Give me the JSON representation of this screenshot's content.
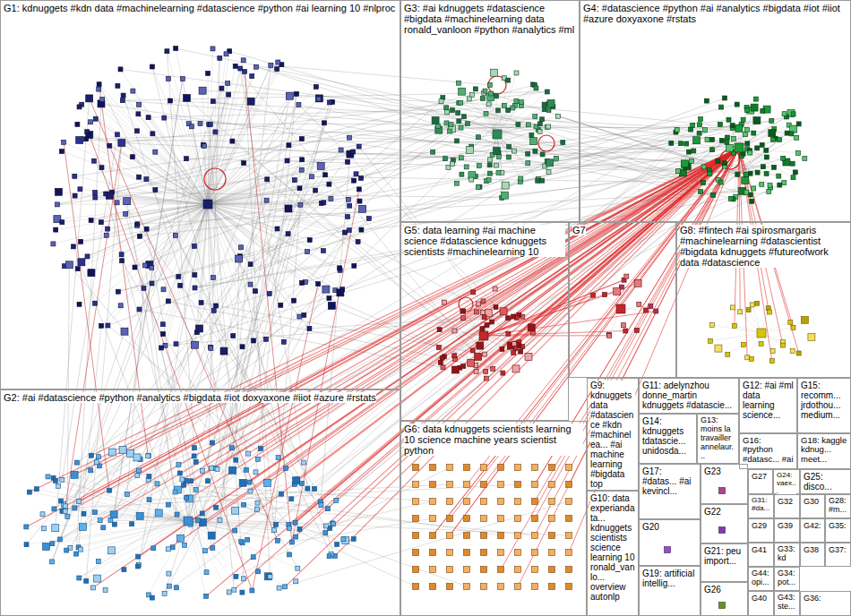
{
  "diagram": {
    "nodes": [
      {
        "text": [
          "G1: kdnuggets #kdn data #machinelearning #datascience #python #ai learning 10 #nlproc"
        ]
      },
      {
        "text": [
          "G3: #ai kdnuggets #datascience #bigdata #machinelearning data ronald_vanloon #python #analytics #ml"
        ]
      },
      {
        "text": [
          "G4: #datascience #python #ai #analytics #bigdata #iot #iiot #azure doxyaxone #rstats"
        ]
      },
      {
        "text": [
          "G5: data learning #ai machine science #datascience kdnuggets scientists #machinelearning 10"
        ]
      },
      {
        "text": [
          "G7"
        ]
      },
      {
        "text": [
          "G8: #fintech #ai spirosmargaris #machinelearning #datascientist #bigdata kdnuggets #futureofwork data #datascience"
        ]
      },
      {
        "text": [
          "G2: #ai #datascience #python #analytics #bigdata #iot doxyaxone #iiot #azure #rstats"
        ]
      },
      {
        "text": [
          "G6: data kdnuggets scientists learning 10 science machine years scientist python"
        ]
      },
      {
        "text": [
          "G9: kdnuggets data #datascience #kdn #machinelea... #ai machine learning #bigdata top"
        ]
      },
      {
        "text": [
          "G10: data experiandata... kdnuggets scientists science learning 10 ronald_vanlo... overview autonlp"
        ]
      },
      {
        "text": [
          "G11: adelynzhou donne_martin kdnuggets #datascie..."
        ]
      },
      {
        "text": [
          "G12: #ai #ml data learning science..."
        ]
      },
      {
        "text": [
          "G15: recomm... jrdothou... medium..."
        ]
      },
      {
        "text": [
          "G14: kdnuggets tdatascie... unidosda..."
        ]
      },
      {
        "text": [
          "G13: moins la travailler annelaur..."
        ]
      },
      {
        "text": [
          "G16: #python #datasc... #ai"
        ]
      },
      {
        "text": [
          "G18: kaggle kdnug... meet..."
        ]
      },
      {
        "text": [
          "G17: #datas... #ai kevincl..."
        ]
      },
      {
        "text": [
          "G23"
        ]
      },
      {
        "text": [
          "G27"
        ]
      },
      {
        "text": [
          "G24: vaex..."
        ]
      },
      {
        "text": [
          "G25: disco..."
        ]
      },
      {
        "text": [
          "G20"
        ]
      },
      {
        "text": [
          "G22"
        ]
      },
      {
        "text": [
          "G31: #da..."
        ]
      },
      {
        "text": [
          "G32"
        ]
      },
      {
        "text": [
          "G30"
        ]
      },
      {
        "text": [
          "G28: #m..."
        ]
      },
      {
        "text": [
          "G29"
        ]
      },
      {
        "text": [
          "G39"
        ]
      },
      {
        "text": [
          "G42:"
        ]
      },
      {
        "text": [
          "G35:"
        ]
      },
      {
        "text": [
          "G21: peu import..."
        ]
      },
      {
        "text": [
          "G41"
        ]
      },
      {
        "text": [
          "G33: kd"
        ]
      },
      {
        "text": [
          "G38"
        ]
      },
      {
        "text": [
          "G37:"
        ]
      },
      {
        "text": [
          "G19: artificial intellig..."
        ]
      },
      {
        "text": [
          "G44: opi..."
        ]
      },
      {
        "text": [
          "G34: pot..."
        ]
      },
      {
        "text": [
          "G26"
        ]
      },
      {
        "text": [
          "G40"
        ]
      },
      {
        "text": [
          "G43: ste..."
        ]
      },
      {
        "text": [
          "G36:"
        ]
      }
    ]
  }
}
